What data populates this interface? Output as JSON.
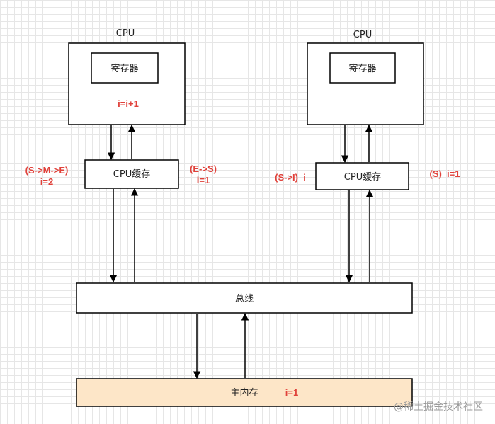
{
  "colors": {
    "stroke": "#000000",
    "state_text": "#e0413a",
    "memory_fill": "#fde6c8",
    "watermark": "#9a9a9a"
  },
  "left_cpu": {
    "title": "CPU",
    "register": "寄存器",
    "operation": "i=i+1",
    "cache": "CPU缓存",
    "state_left_line1": "(S->M->E)",
    "state_left_line2": "i=2",
    "state_right_line1": "(E->S)",
    "state_right_line2": "i=1"
  },
  "right_cpu": {
    "title": "CPU",
    "register": "寄存器",
    "cache": "CPU缓存",
    "state_left": "(S->I)  i",
    "state_right": "(S)  i=1"
  },
  "bus": {
    "label": "总线"
  },
  "memory": {
    "label": "主内存",
    "value": "i=1"
  },
  "watermark": "@稀土掘金技术社区"
}
